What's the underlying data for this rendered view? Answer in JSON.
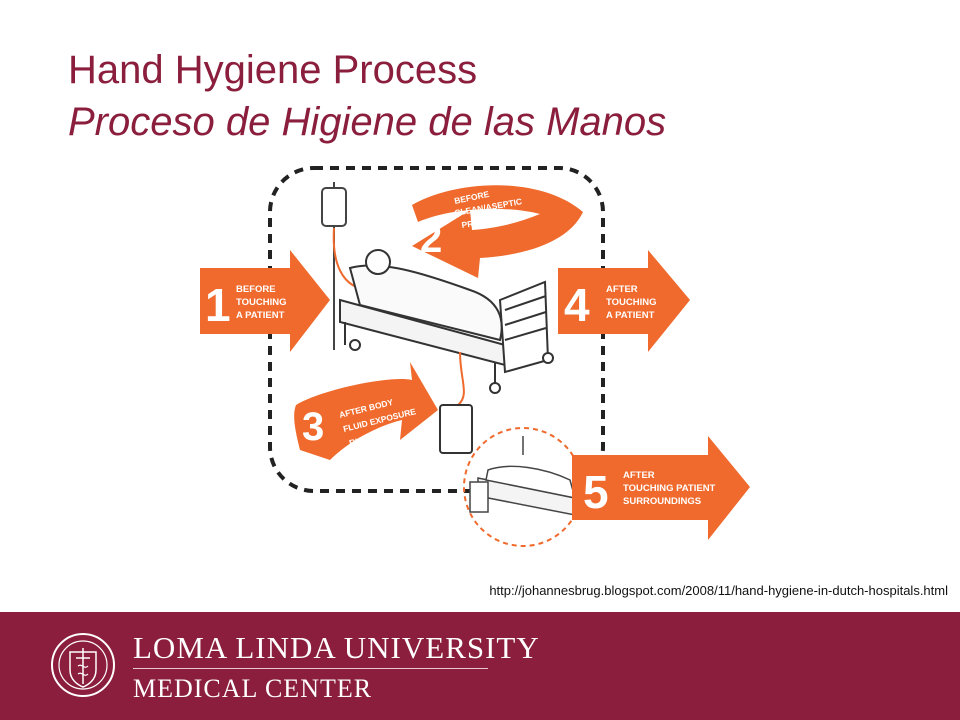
{
  "title": {
    "english": "Hand Hygiene Process",
    "spanish": "Proceso de Higiene de las Manos"
  },
  "steps": [
    {
      "number": "1",
      "line1": "BEFORE",
      "line2": "TOUCHING",
      "line3": "A PATIENT"
    },
    {
      "number": "2",
      "line1": "BEFORE",
      "line2": "CLEAN/ASEPTIC",
      "line3": "PROCEDURE"
    },
    {
      "number": "3",
      "line1": "AFTER BODY",
      "line2": "FLUID EXPOSURE",
      "line3": "RISK"
    },
    {
      "number": "4",
      "line1": "AFTER",
      "line2": "TOUCHING",
      "line3": "A PATIENT"
    },
    {
      "number": "5",
      "line1": "AFTER",
      "line2": "TOUCHING PATIENT",
      "line3": "SURROUNDINGS"
    }
  ],
  "source_url": "http://johannesbrug.blogspot.com/2008/11/hand-hygiene-in-dutch-hospitals.html",
  "footer": {
    "university": "LOMA LINDA UNIVERSITY",
    "medical_center": "MEDICAL CENTER"
  },
  "colors": {
    "brand": "#8a1e3c",
    "arrow": "#ef6a2c"
  }
}
